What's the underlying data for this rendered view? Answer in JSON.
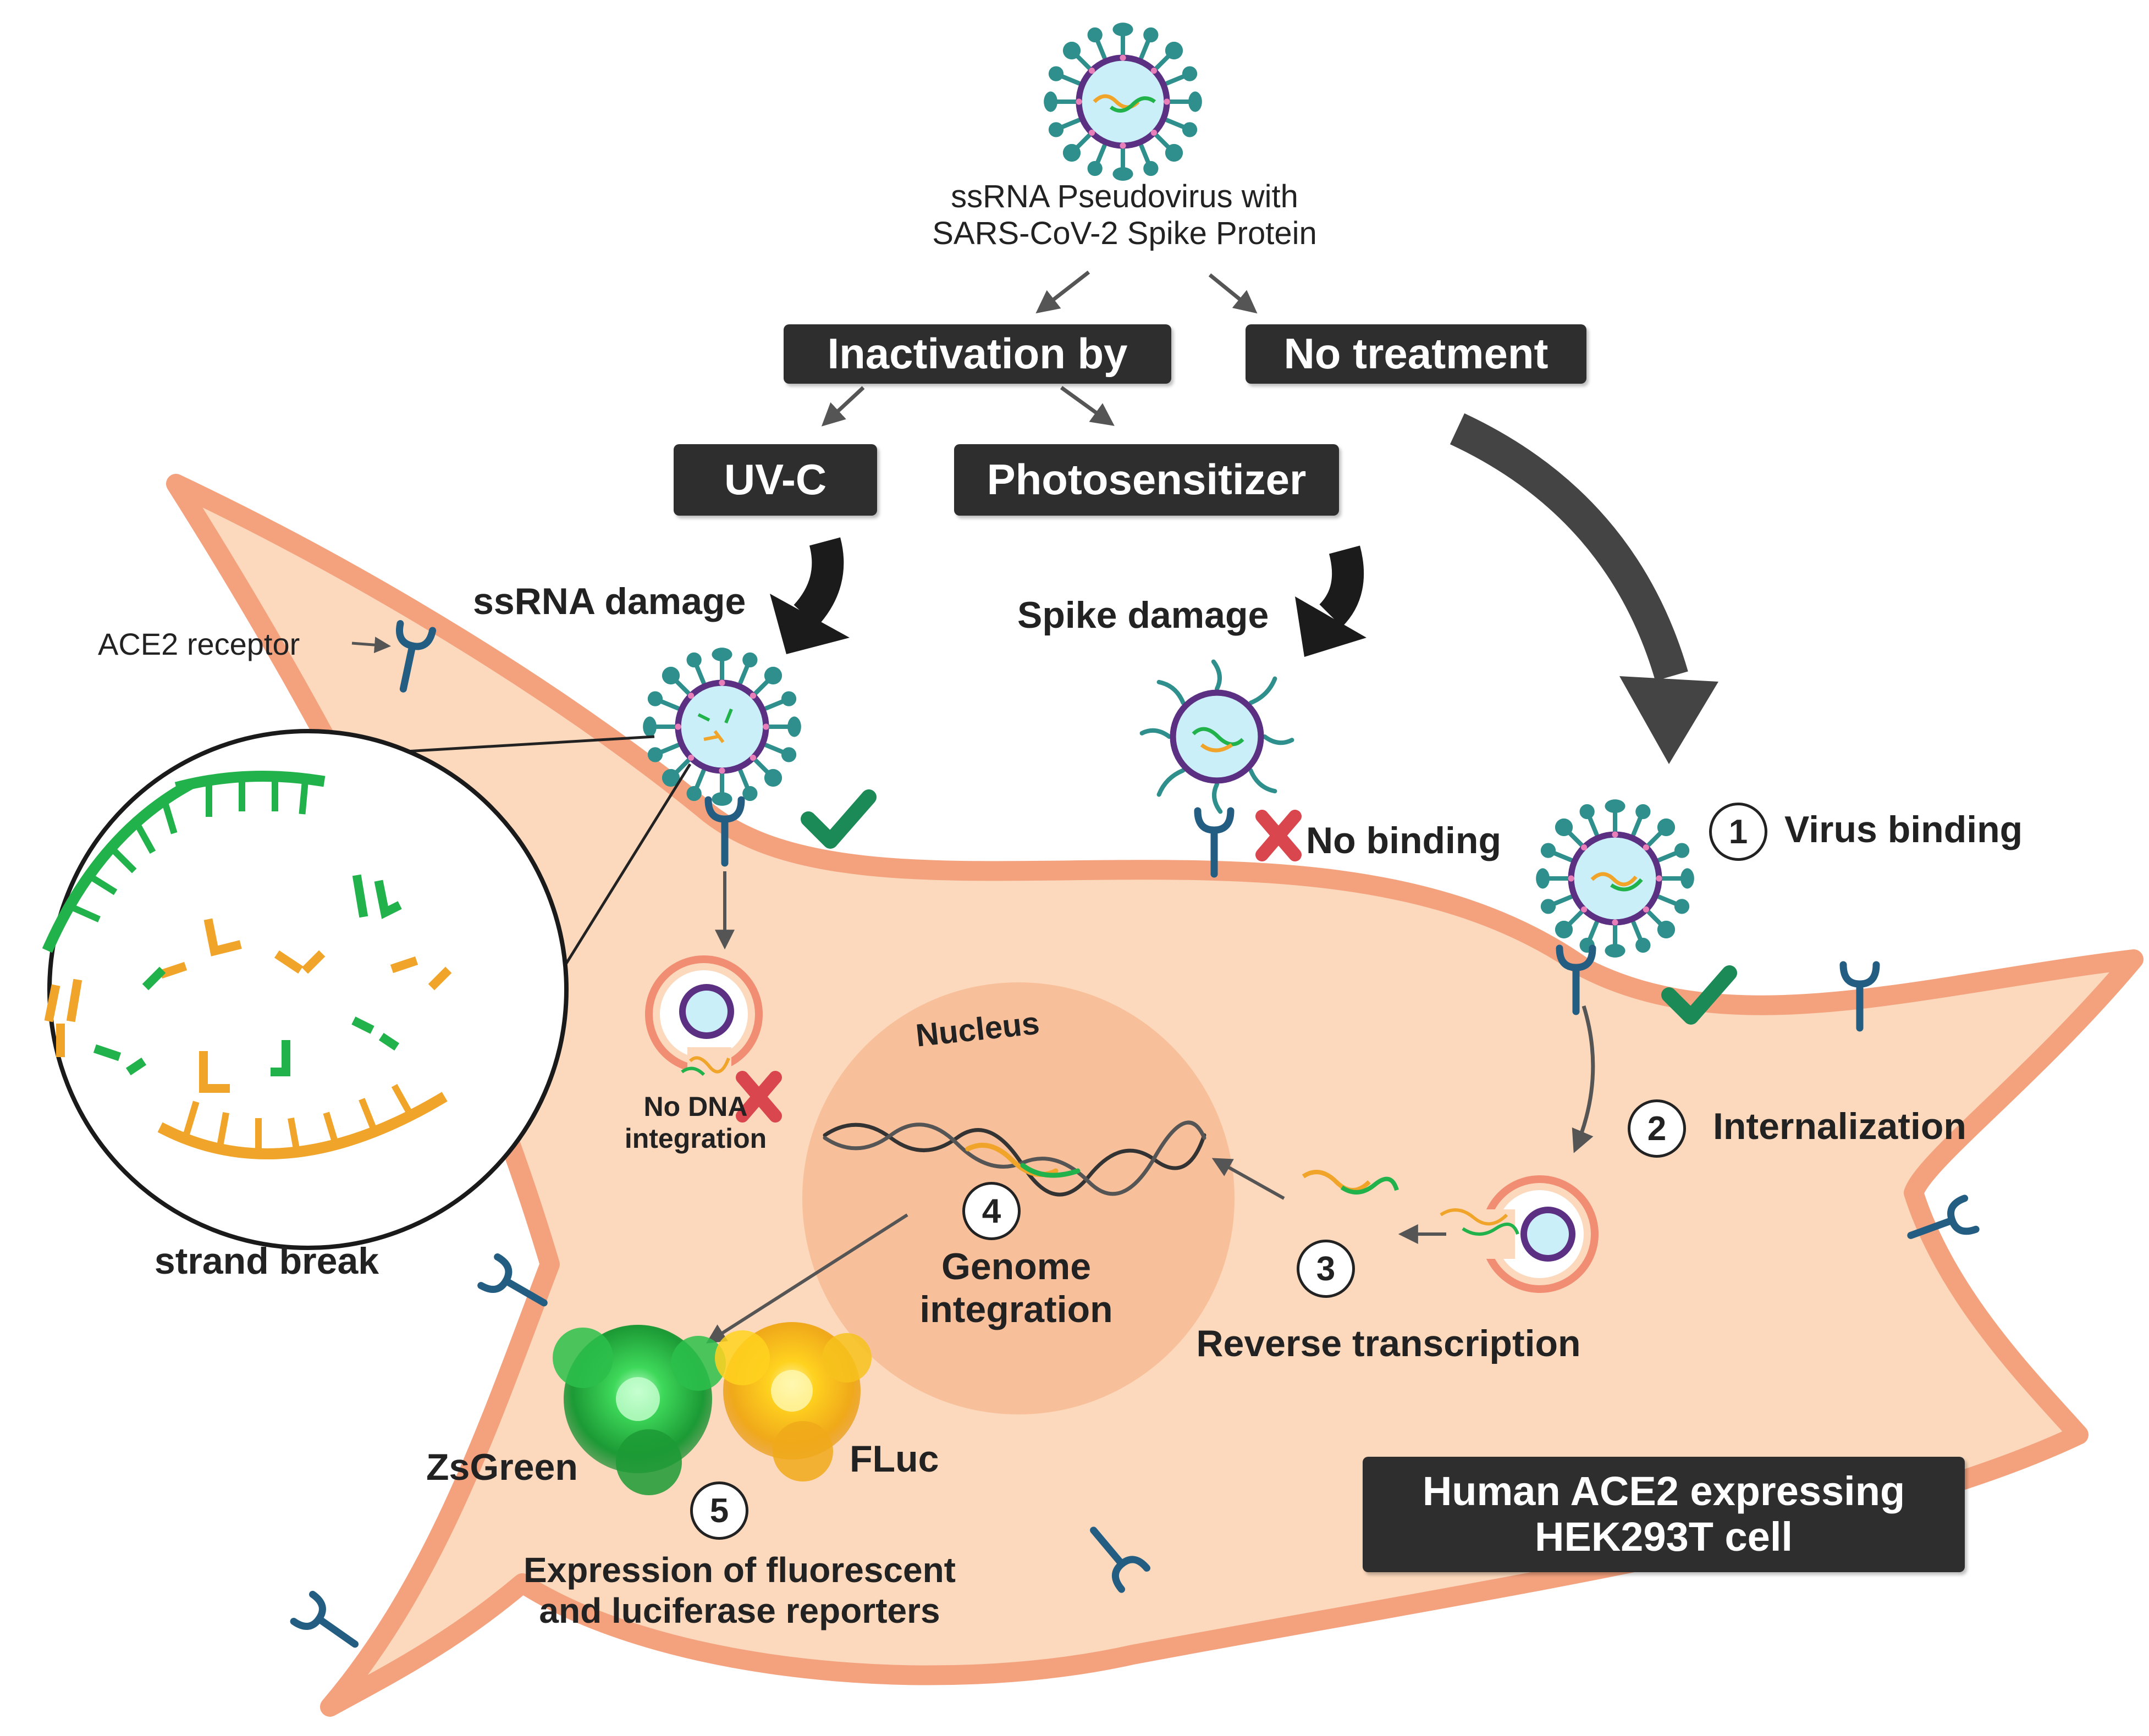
{
  "source": {
    "label_line1": "ssRNA Pseudovirus with",
    "label_line2": "SARS-CoV-2 Spike Protein"
  },
  "boxes": {
    "inactivation": "Inactivation by",
    "no_treatment": "No treatment",
    "uvc": "UV-C",
    "photosensitizer": "Photosensitizer",
    "cell_line1": "Human ACE2 expressing",
    "cell_line2": "HEK293T cell"
  },
  "labels": {
    "ssrna_damage": "ssRNA damage",
    "spike_damage": "Spike damage",
    "ace2_receptor": "ACE2 receptor",
    "no_binding": "No binding",
    "strand_break": "strand break",
    "no_dna_line1": "No DNA",
    "no_dna_line2": "integration",
    "nucleus": "Nucleus",
    "zsgreen": "ZsGreen",
    "fluc": "FLuc"
  },
  "steps": [
    {
      "number": "1",
      "label_line1": "Virus binding",
      "label_line2": ""
    },
    {
      "number": "2",
      "label_line1": "Internalization",
      "label_line2": ""
    },
    {
      "number": "3",
      "label_line1": "Reverse transcription",
      "label_line2": ""
    },
    {
      "number": "4",
      "label_line1": "Genome",
      "label_line2": "integration"
    },
    {
      "number": "5",
      "label_line1": "Expression of fluorescent",
      "label_line2": "and luciferase reporters"
    }
  ],
  "colors": {
    "cell_fill": "#fcd9bc",
    "cell_border": "#f4a27e",
    "nucleus": "#f7bc96",
    "box": "#2e2e2e",
    "spike": "#2e8f8c",
    "envelope": "#5b2f82",
    "capsid": "#cbeff8",
    "rna_green": "#22b24c",
    "rna_orange": "#f0a52a",
    "check": "#1c8a56",
    "cross": "#d9464d",
    "receptor": "#235d82"
  }
}
